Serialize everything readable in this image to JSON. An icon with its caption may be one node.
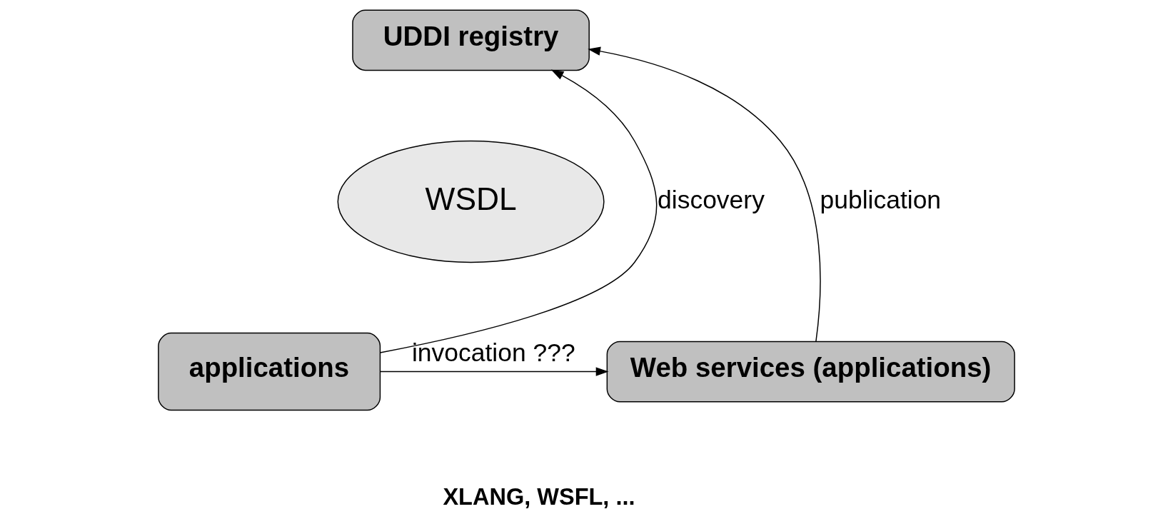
{
  "diagram": {
    "nodes": [
      {
        "text": [
          "UDDI registry"
        ]
      },
      {
        "text": [
          "WSDL"
        ]
      },
      {
        "text": [
          "applications"
        ]
      },
      {
        "text": [
          "Web services (applications)"
        ]
      }
    ],
    "edges": [
      {
        "from": 2,
        "to": 0,
        "arrow": "to",
        "label": "discovery"
      },
      {
        "from": 3,
        "to": 0,
        "arrow": "to",
        "label": "publication"
      },
      {
        "from": 2,
        "to": 3,
        "arrow": "to",
        "label": "invocation ???"
      }
    ],
    "labels": [
      "XLANG, WSFL, ..."
    ]
  }
}
